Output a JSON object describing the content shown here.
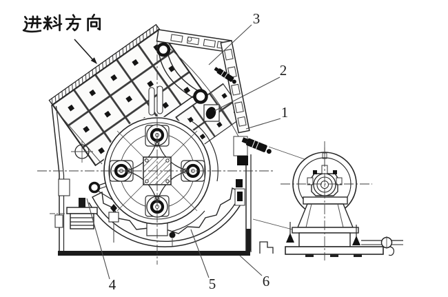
{
  "figure": {
    "type": "technical-drawing",
    "subject": "impact-crusher-sectional-diagram",
    "feed_direction_label": "进料方向",
    "labels": {
      "p1": "1",
      "p2": "2",
      "p3": "3",
      "p4": "4",
      "p5": "5",
      "p6": "6"
    },
    "colors": {
      "ink": "#262626",
      "paper": "#ffffff"
    }
  }
}
